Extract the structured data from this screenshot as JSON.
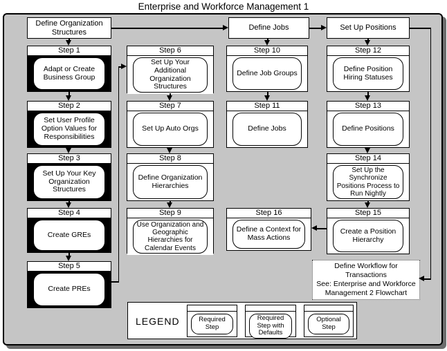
{
  "title": "Enterprise and Workforce Management 1",
  "top_boxes": {
    "define_org_structures": "Define Organization Structures",
    "define_jobs": "Define Jobs",
    "set_up_positions": "Set Up Positions"
  },
  "steps": [
    {
      "num": "Step 1",
      "label": "Adapt or Create Business Group",
      "type": "required"
    },
    {
      "num": "Step 2",
      "label": "Set User Profile Option Values for Responsibilities",
      "type": "required"
    },
    {
      "num": "Step 3",
      "label": "Set Up Your Key Organization Structures",
      "type": "required"
    },
    {
      "num": "Step 4",
      "label": "Create GREs",
      "type": "required"
    },
    {
      "num": "Step 5",
      "label": "Create PREs",
      "type": "required"
    },
    {
      "num": "Step 6",
      "label": "Set Up Your Additional Organization Structures",
      "type": "optional"
    },
    {
      "num": "Step 7",
      "label": "Set Up Auto Orgs",
      "type": "optional"
    },
    {
      "num": "Step 8",
      "label": "Define Organization Hierarchies",
      "type": "optional"
    },
    {
      "num": "Step 9",
      "label": "Use Organization and Geographic Hierarchies for Calendar Events",
      "type": "optional"
    },
    {
      "num": "Step 10",
      "label": "Define Job Groups",
      "type": "optional"
    },
    {
      "num": "Step 11",
      "label": "Define Jobs",
      "type": "optional"
    },
    {
      "num": "Step 12",
      "label": "Define Position Hiring Statuses",
      "type": "optional"
    },
    {
      "num": "Step 13",
      "label": "Define Positions",
      "type": "optional"
    },
    {
      "num": "Step 14",
      "label": "Set Up the Synchronize Positions Process to Run Nightly",
      "type": "optional"
    },
    {
      "num": "Step 15",
      "label": "Create a Position Hierarchy",
      "type": "optional"
    },
    {
      "num": "Step 16",
      "label": "Define a Context for Mass Actions",
      "type": "optional"
    }
  ],
  "workflow_note": "Define Workflow for\nTransactions\nSee: Enterprise and Workforce\nManagement 2 Flowchart",
  "legend": {
    "title": "LEGEND",
    "items": [
      {
        "label": "Required Step",
        "type": "required"
      },
      {
        "label": "Required Step with Defaults",
        "type": "required-with-defaults"
      },
      {
        "label": "Optional Step",
        "type": "optional"
      }
    ]
  },
  "colors": {
    "panel_background": "#c5c5c5",
    "required_fill": "#000000",
    "required_with_defaults_fill": "#9a9a9a",
    "optional_fill": "#ffffff",
    "shadow": "#6d6d6d"
  }
}
